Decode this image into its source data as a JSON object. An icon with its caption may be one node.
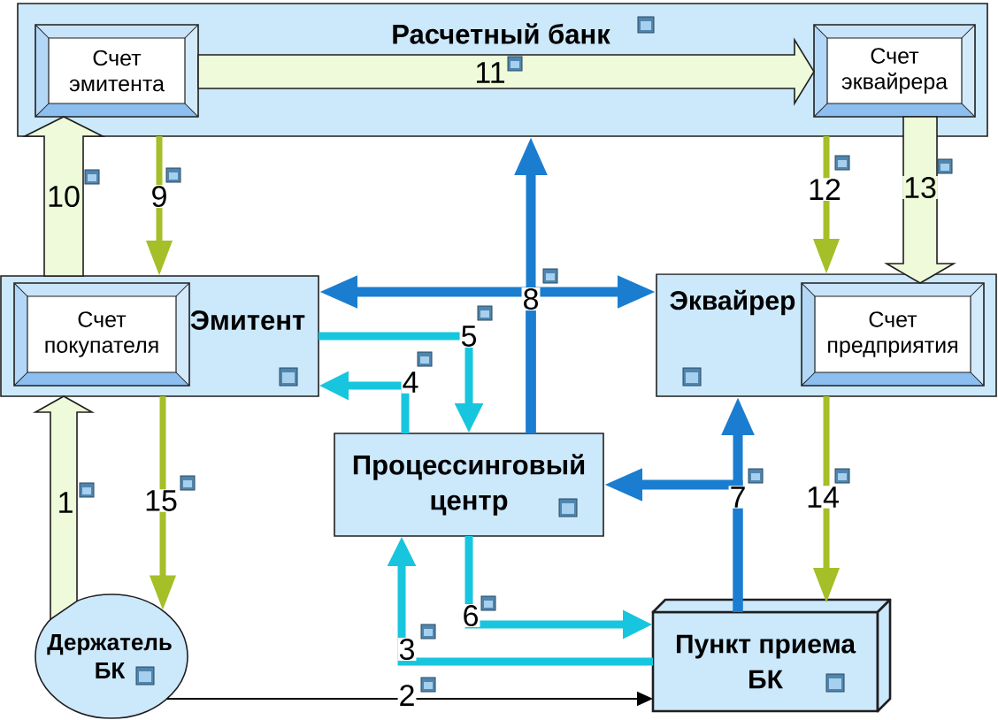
{
  "diagram": {
    "nodes": [
      {
        "text": [
          "Расчетный банк"
        ]
      },
      {
        "text": [
          "Счет эмитента"
        ],
        "in": 0
      },
      {
        "text": [
          "Счет эквайрера"
        ],
        "in": 0
      },
      {
        "text": [
          "Эмитент"
        ]
      },
      {
        "text": [
          "Счет покупателя"
        ],
        "in": 3
      },
      {
        "text": [
          "Эквайрер"
        ]
      },
      {
        "text": [
          "Счет предприятия"
        ],
        "in": 5
      },
      {
        "text": [
          "Процессинговый центр"
        ]
      },
      {
        "text": [
          "Держатель БК"
        ]
      },
      {
        "text": [
          "Пункт приема БК"
        ]
      }
    ],
    "edges": [
      {
        "from": 8,
        "to": 3,
        "arrow": "to",
        "label": "1",
        "style": "thick",
        "color": "#eefad9"
      },
      {
        "from": 8,
        "to": 9,
        "arrow": "to",
        "label": "2",
        "color": "#000000"
      },
      {
        "from": 9,
        "to": 7,
        "arrow": "to",
        "label": "3",
        "color": "#17c6de"
      },
      {
        "from": 7,
        "to": 3,
        "arrow": "to",
        "label": "4",
        "color": "#17c6de"
      },
      {
        "from": 3,
        "to": 7,
        "arrow": "to",
        "label": "5",
        "color": "#17c6de"
      },
      {
        "from": 7,
        "to": 9,
        "arrow": "to",
        "label": "6",
        "color": "#17c6de"
      },
      {
        "from": 9,
        "to": 7,
        "arrow": "to",
        "label": "7"
      },
      {
        "from": 9,
        "to": 5,
        "arrow": "to"
      },
      {
        "from": 7,
        "to": 0,
        "arrow": "to",
        "label": "8"
      },
      {
        "from": 7,
        "to": 3,
        "arrow": "to"
      },
      {
        "from": 7,
        "to": 5,
        "arrow": "to"
      },
      {
        "from": 0,
        "to": 3,
        "arrow": "to",
        "label": "9",
        "color": "#a4bf27"
      },
      {
        "from": 3,
        "to": 1,
        "arrow": "to",
        "label": "10",
        "style": "thick",
        "color": "#eefad9"
      },
      {
        "from": 1,
        "to": 2,
        "arrow": "to",
        "label": "11",
        "style": "thick",
        "color": "#eefad9"
      },
      {
        "from": 0,
        "to": 5,
        "arrow": "to",
        "label": "12",
        "color": "#a4bf27"
      },
      {
        "from": 2,
        "to": 6,
        "arrow": "to",
        "label": "13",
        "style": "thick",
        "color": "#eefad9"
      },
      {
        "from": 5,
        "to": 9,
        "arrow": "to",
        "label": "14",
        "color": "#a4bf27"
      },
      {
        "from": 3,
        "to": 8,
        "arrow": "to",
        "label": "15",
        "color": "#a4bf27"
      }
    ]
  }
}
